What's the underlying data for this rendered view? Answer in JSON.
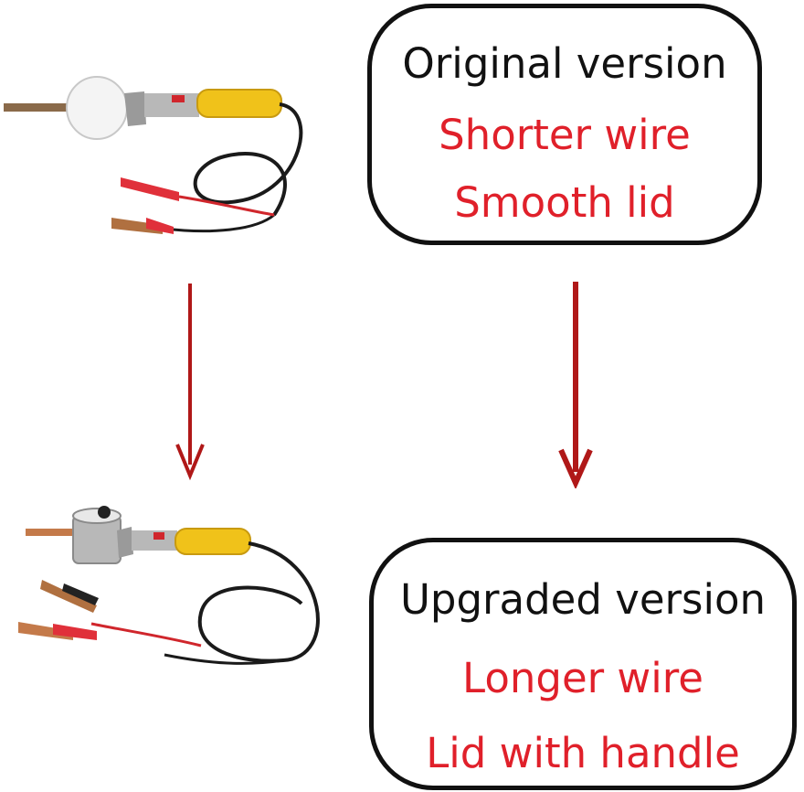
{
  "original": {
    "heading": "Original version",
    "features": [
      "Shorter wire",
      "Smooth lid"
    ]
  },
  "upgraded": {
    "heading": "Upgraded version",
    "features": [
      "Longer wire",
      "Lid with handle"
    ]
  },
  "colors": {
    "heading_text": "#111111",
    "feature_text": "#e0202a",
    "arrow": "#b01818",
    "handle": "#f0c21a",
    "clamp": "#e0303a"
  },
  "icons": {
    "original_product": "heater-tool-smooth-lid",
    "upgraded_product": "heater-tool-lid-with-handle",
    "arrows": "arrow-down"
  }
}
